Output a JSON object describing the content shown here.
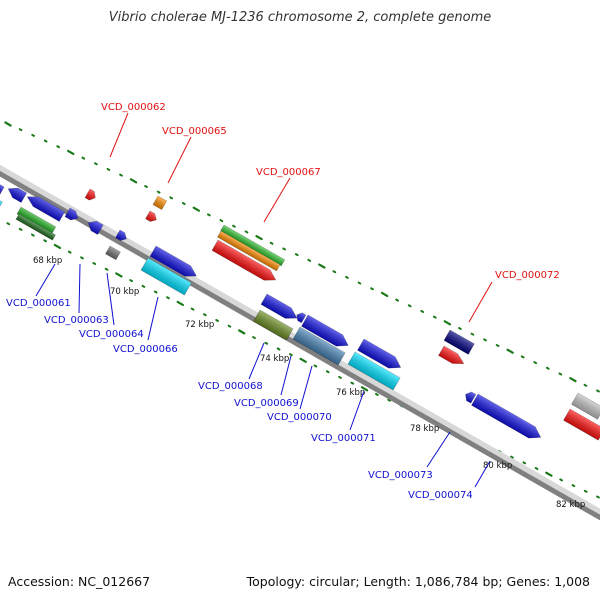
{
  "title": "Vibrio cholerae MJ-1236 chromosome 2, complete genome",
  "accession": "Accession: NC_012667",
  "summary": "Topology: circular; Length: 1,086,784 bp; Genes: 1,008",
  "colors": {
    "backbone": "#808080",
    "scale_dots": "#1a7a1a",
    "label_forward": "#e01010",
    "label_reverse": "#1010d0"
  },
  "scale_ticks": [
    "68 kbp",
    "70 kbp",
    "72 kbp",
    "74 kbp",
    "76 kbp",
    "78 kbp",
    "80 kbp",
    "82 kbp"
  ],
  "gene_labels": {
    "forward": [
      "VCD_000062",
      "VCD_000065",
      "VCD_000067",
      "VCD_000072"
    ],
    "reverse": [
      "VCD_000061",
      "VCD_000063",
      "VCD_000064",
      "VCD_000066",
      "VCD_000068",
      "VCD_000069",
      "VCD_000070",
      "VCD_000071",
      "VCD_000073",
      "VCD_000074"
    ]
  },
  "features": [
    {
      "name": "gene-block-a",
      "color": "#1010e0"
    },
    {
      "name": "gene-block-b",
      "color": "#1010e0"
    },
    {
      "name": "gene-block-c",
      "color": "#1010e0"
    },
    {
      "name": "gene-block-d",
      "color": "#1010e0"
    },
    {
      "name": "gene-vcd-000061",
      "color": "#20b020"
    },
    {
      "name": "gene-vcd-000063",
      "color": "#1010e0"
    },
    {
      "name": "gene-vcd-000064",
      "color": "#707070"
    },
    {
      "name": "gene-vcd-000065",
      "color": "#ff8c00"
    },
    {
      "name": "gene-vcd-000066",
      "color": "#00e0ff"
    },
    {
      "name": "gene-vcd-000067",
      "color": "#ff1010"
    },
    {
      "name": "gene-vcd-000068",
      "color": "#6b8e23"
    },
    {
      "name": "gene-vcd-000070",
      "color": "#4682b4"
    },
    {
      "name": "gene-vcd-000072",
      "color": "#000080"
    },
    {
      "name": "gene-vcd-000074",
      "color": "#1010e0"
    }
  ]
}
